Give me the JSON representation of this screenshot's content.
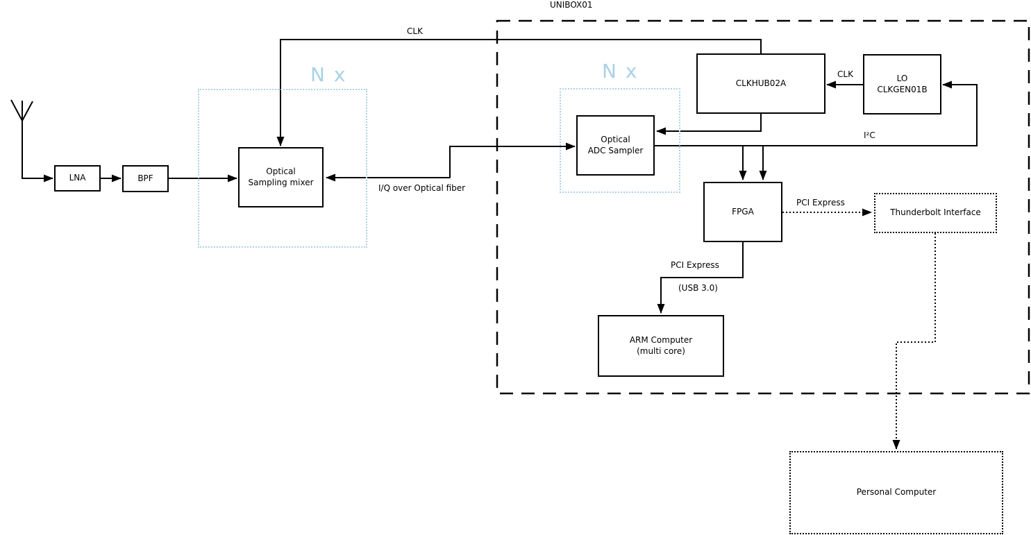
{
  "colors": {
    "line": "#000000",
    "accent_blue": "#a9d2e6",
    "background": "#ffffff"
  },
  "unibox": {
    "label": "UNIBOX01"
  },
  "nodes": {
    "lna": "LNA",
    "bpf": "BPF",
    "mixer": "Optical\nSampling mixer",
    "adc": "Optical\nADC Sampler",
    "clkhub": "CLKHUB02A",
    "lo": "LO\nCLKGEN01B",
    "fpga": "FPGA",
    "arm": "ARM Computer\n(multi core)",
    "thunderbolt": "Thunderbolt Interface",
    "pc": "Personal Computer"
  },
  "multipliers": {
    "left": "N x",
    "right": "N x"
  },
  "edge_labels": {
    "clk_top": "CLK",
    "clk_lo": "CLK",
    "i2c": "I²C",
    "fiber": "I/Q over Optical fiber",
    "pci_thunderbolt": "PCI Express",
    "pci_arm": "PCI Express",
    "usb": "(USB 3.0)"
  }
}
